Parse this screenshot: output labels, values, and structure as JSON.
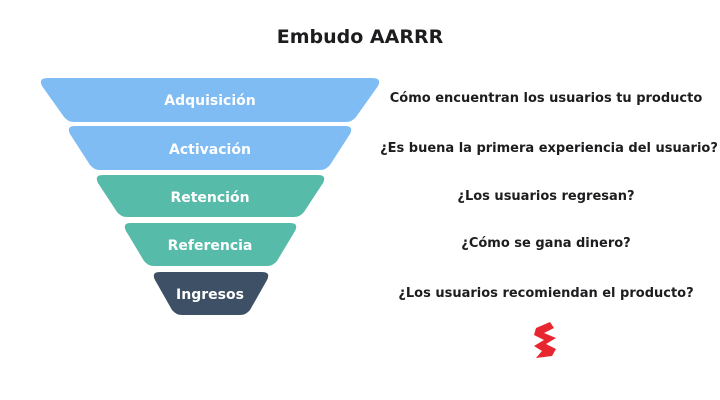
{
  "title": "Embudo AARRR",
  "stages": [
    {
      "label": "Adquisición",
      "color": "#7fbcf4"
    },
    {
      "label": "Activación",
      "color": "#7fbcf4"
    },
    {
      "label": "Retención",
      "color": "#57bba9"
    },
    {
      "label": "Referencia",
      "color": "#57bba9"
    },
    {
      "label": "Ingresos",
      "color": "#3e5065"
    }
  ],
  "descriptions": [
    "Cómo encuentran los usuarios tu producto",
    "¿Es buena la primera experiencia del usuario?",
    "¿Los usuarios regresan?",
    "¿Cómo se gana dinero?",
    "¿Los usuarios recomiendan el producto?"
  ],
  "logo": {
    "icon": "brand-logo-icon",
    "color": "#e8262f"
  }
}
